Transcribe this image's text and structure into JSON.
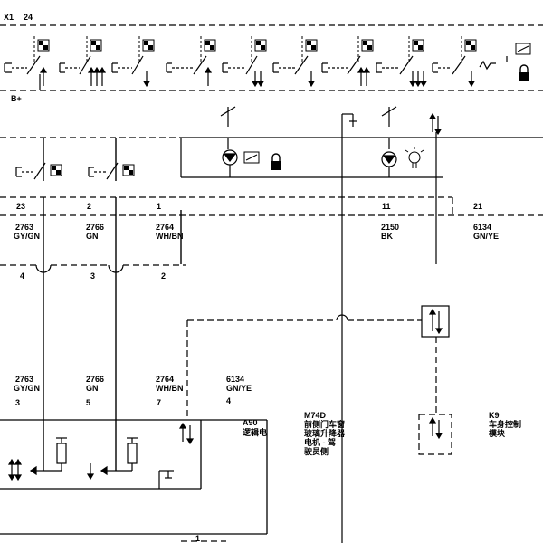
{
  "header": {
    "connector": "X1",
    "pin": "24",
    "supply": "B+"
  },
  "top_pins": {
    "p23": "23",
    "p2": "2",
    "p1": "1",
    "p11": "11",
    "p21": "21"
  },
  "top_wires": {
    "w2763": {
      "circuit": "2763",
      "color": "GY/GN"
    },
    "w2766": {
      "circuit": "2766",
      "color": "GN"
    },
    "w2764": {
      "circuit": "2764",
      "color": "WH/BN"
    },
    "w2150": {
      "circuit": "2150",
      "color": "BK"
    },
    "w6134": {
      "circuit": "6134",
      "color": "GN/YE"
    }
  },
  "mid_pins": {
    "p4": "4",
    "p3": "3",
    "p2": "2"
  },
  "lower_wires": {
    "w2763": {
      "circuit": "2763",
      "color": "GY/GN",
      "pin": "3"
    },
    "w2766": {
      "circuit": "2766",
      "color": "GN",
      "pin": "5"
    },
    "w2764": {
      "circuit": "2764",
      "color": "WH/BN",
      "pin": "7"
    },
    "w6134": {
      "circuit": "6134",
      "color": "GN/YE",
      "pin": "4"
    }
  },
  "components": {
    "a90": {
      "id": "A90",
      "name": "逻辑电"
    },
    "m74d": {
      "id": "M74D",
      "name": "前侧门车窗\n玻璃升降器\n电机 - 驾\n驶员侧"
    },
    "k9": {
      "id": "K9",
      "name": "车身控制\n模块"
    }
  },
  "bottom_pin": "1",
  "colors": {
    "line": "#000000",
    "background": "#ffffff"
  }
}
